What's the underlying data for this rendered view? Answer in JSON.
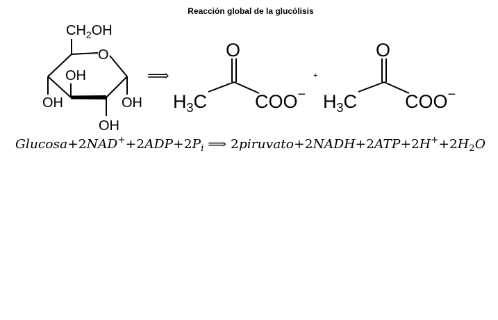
{
  "title": "Reacción global de la glucólisis",
  "glucose": {
    "ch2oh_c": "CH",
    "ch2oh_sub": "2",
    "ch2oh_oh": "OH",
    "ring_o": "O",
    "oh": "OH"
  },
  "arrow": "⟹",
  "plus": "+",
  "pyruvate": {
    "h3c_h": "H",
    "h3c_sub": "3",
    "h3c_c": "C",
    "carbonyl_o": "O",
    "coo": "COO",
    "charge": "−"
  },
  "equation": {
    "glucosa": "Glucosa",
    "t1": "+2",
    "nad": "NAD",
    "sup_plus": "+",
    "t2": "+2",
    "adp": "ADP",
    "t3": "+2",
    "p": "P",
    "p_sub": "i",
    "arrow": "⟹",
    "t4": "2",
    "piruvato": "piruvato",
    "t5": "+2",
    "nadh": "NADH",
    "t6": "+2",
    "atp": "ATP",
    "t7": "+2",
    "h": "H",
    "t8": "+2",
    "h2o_h": "H",
    "h2o_sub": "2",
    "h2o_o": "O"
  }
}
